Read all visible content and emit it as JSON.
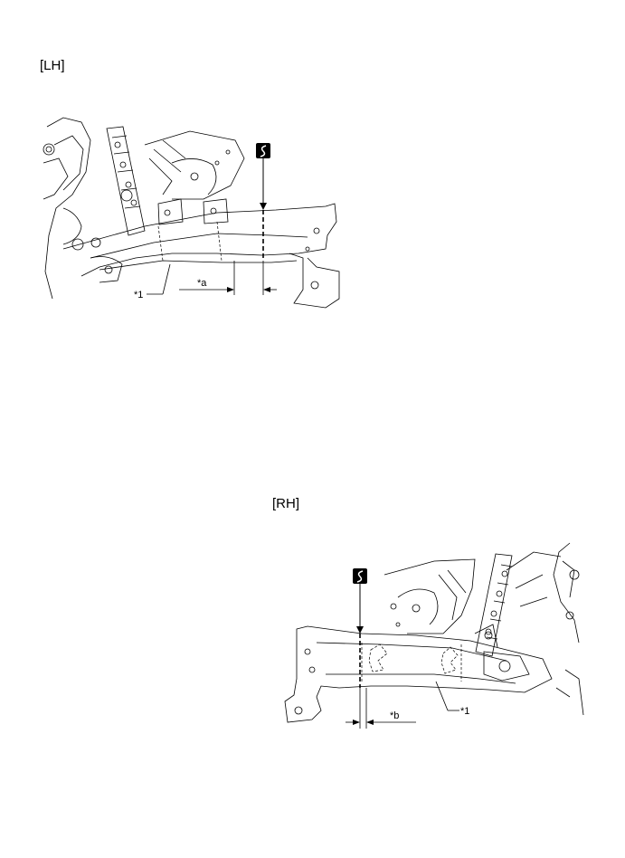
{
  "lh": {
    "section_label": "[LH]",
    "part_label": "*1",
    "dim_label": "*a",
    "cut_icon": "saw-cut-icon"
  },
  "rh": {
    "section_label": "[RH]",
    "part_label": "*1",
    "dim_label": "*b",
    "cut_icon": "saw-cut-icon"
  },
  "colors": {
    "line": "#000000",
    "background": "#ffffff"
  }
}
